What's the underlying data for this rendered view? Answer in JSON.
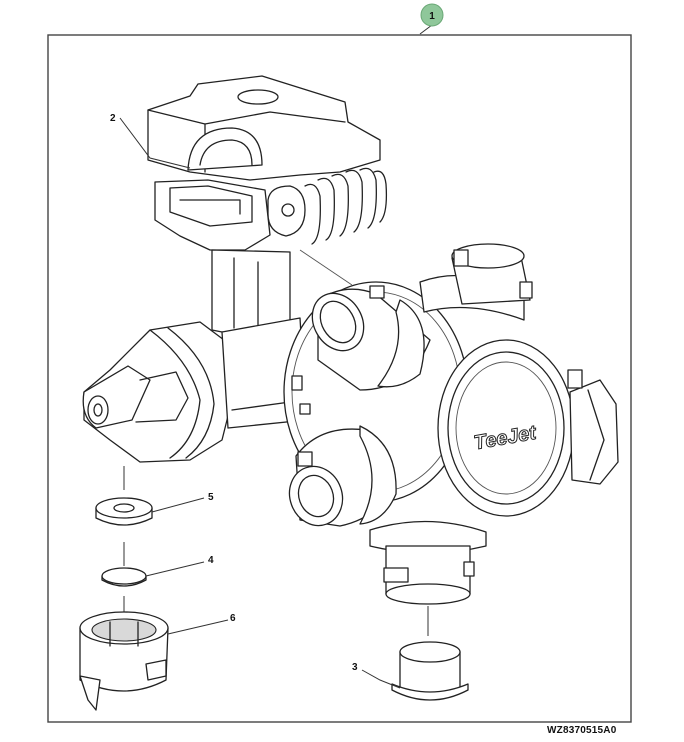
{
  "diagram": {
    "callouts": [
      {
        "id": "1",
        "label": "1"
      },
      {
        "id": "2",
        "label": "2"
      },
      {
        "id": "3",
        "label": "3"
      },
      {
        "id": "4",
        "label": "4"
      },
      {
        "id": "5",
        "label": "5"
      },
      {
        "id": "6",
        "label": "6"
      }
    ],
    "brand_text": "TeeJet",
    "drawing_code": "WZ8370515A0",
    "colors": {
      "callout_badge": "#8fc79a",
      "line": "#222222",
      "frame": "#444444"
    }
  }
}
